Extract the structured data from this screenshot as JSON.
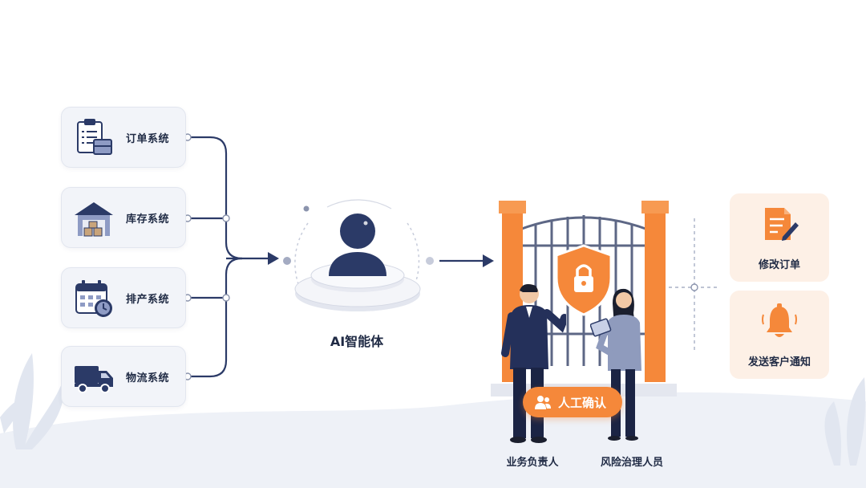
{
  "sources": [
    {
      "label": "订单系统",
      "icon": "clipboard-order-icon"
    },
    {
      "label": "库存系统",
      "icon": "warehouse-icon"
    },
    {
      "label": "排产系统",
      "icon": "calendar-clock-icon"
    },
    {
      "label": "物流系统",
      "icon": "truck-icon"
    }
  ],
  "agent": {
    "label": "AI智能体",
    "icon": "ai-agent-avatar-icon"
  },
  "gate": {
    "icon": "gate-with-lock-icon",
    "confirm_label": "人工确认"
  },
  "people": [
    {
      "label": "业务负责人"
    },
    {
      "label": "风险治理人员"
    }
  ],
  "actions": [
    {
      "label": "修改订单",
      "icon": "edit-document-icon"
    },
    {
      "label": "发送客户通知",
      "icon": "bell-icon"
    }
  ],
  "colors": {
    "navy": "#2b3a67",
    "orange": "#f5883a",
    "card_bg": "#f2f4f9",
    "action_bg": "#fdf0e6"
  }
}
